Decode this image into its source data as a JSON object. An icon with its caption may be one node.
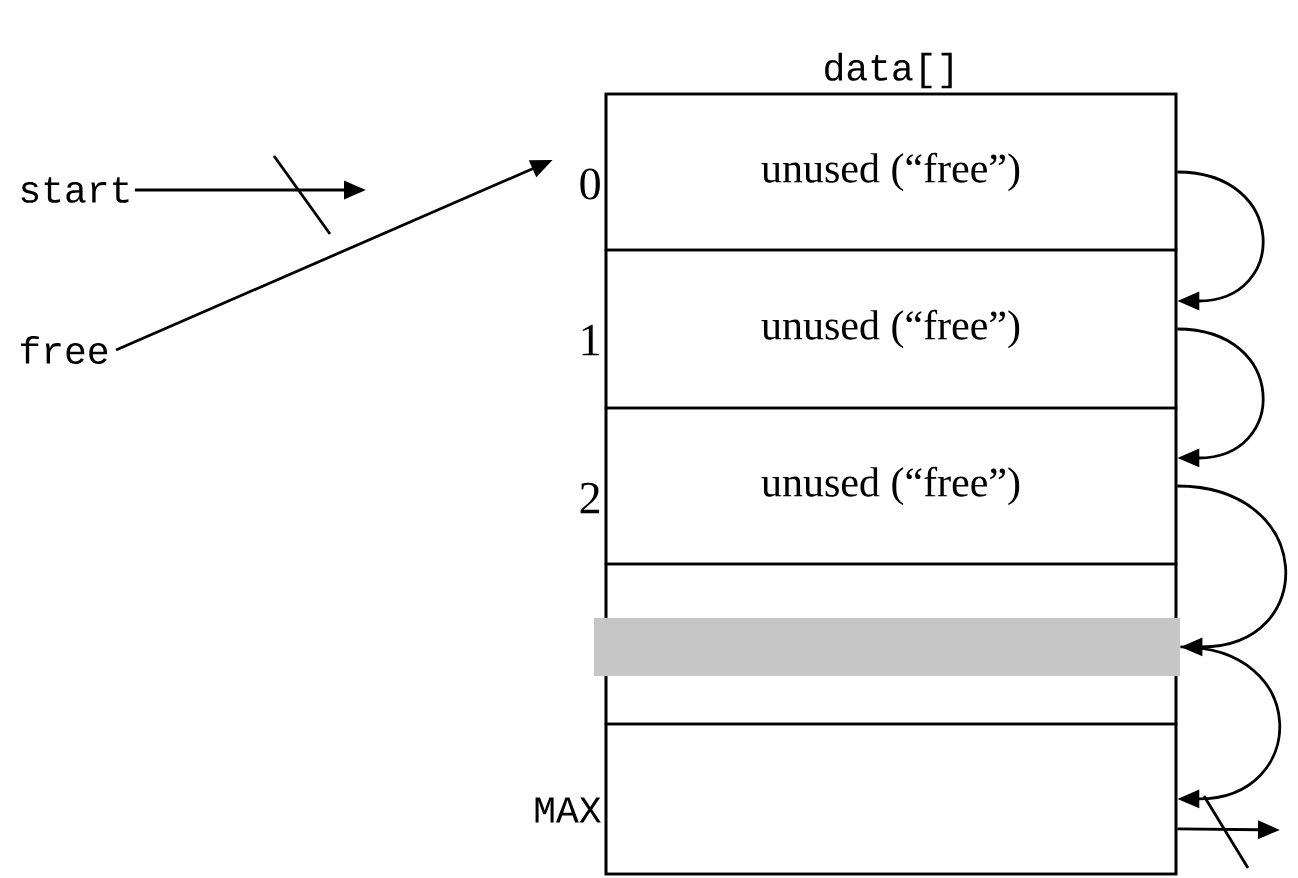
{
  "diagram": {
    "nodes": [
      {
        "text": [
          "data[]"
        ]
      },
      {
        "text": [
          "unused (“free”)"
        ],
        "in": 0,
        "beside": [
          "0"
        ]
      },
      {
        "text": [
          "unused (“free”)"
        ],
        "in": 0,
        "beside": [
          "1"
        ]
      },
      {
        "text": [
          "unused (“free”)"
        ],
        "in": 0,
        "beside": [
          "2"
        ]
      },
      {
        "text": [],
        "shape": "box",
        "in": 0
      },
      {
        "text": [],
        "shape": "bar",
        "in": 4
      },
      {
        "text": [],
        "shape": "box",
        "in": 0,
        "beside": [
          "MAX"
        ]
      },
      {
        "text": [
          "start"
        ]
      },
      {
        "text": [
          "free"
        ]
      }
    ],
    "edges": [
      {
        "from": 7,
        "to": null,
        "arrow": "to"
      },
      {
        "from": 8,
        "to": 1,
        "arrow": "to"
      },
      {
        "from": 1,
        "to": 2,
        "arrow": "to"
      },
      {
        "from": 2,
        "to": 3,
        "arrow": "to"
      },
      {
        "from": 3,
        "to": 5,
        "arrow": "to"
      },
      {
        "from": 5,
        "to": 6,
        "arrow": "to"
      },
      {
        "from": 6,
        "to": null,
        "arrow": "to"
      }
    ]
  }
}
